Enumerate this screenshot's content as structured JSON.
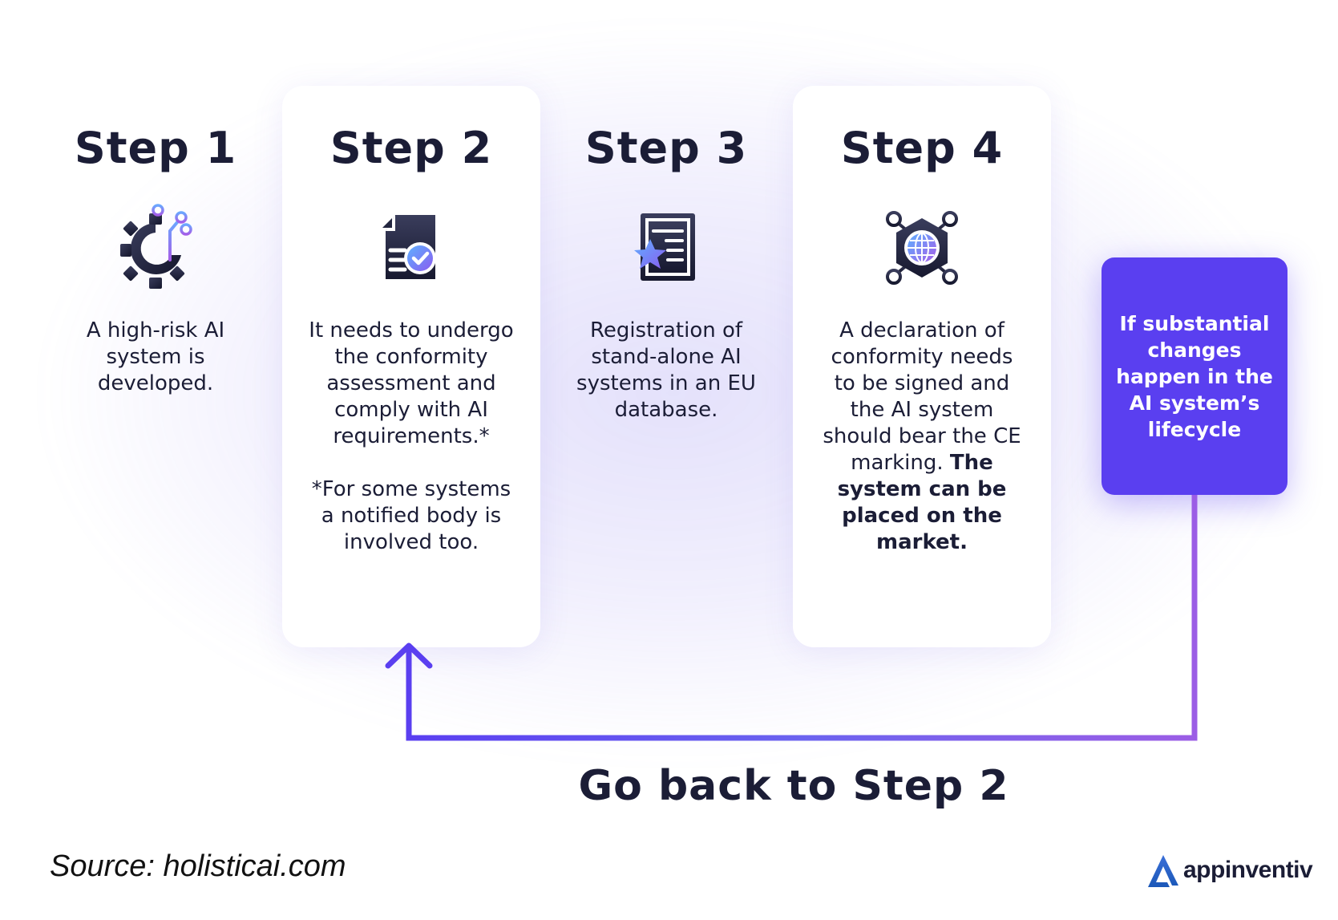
{
  "steps": [
    {
      "title": "Step 1",
      "icon": "gear-circuit-icon",
      "desc": "A high-risk AI system is developed."
    },
    {
      "title": "Step 2",
      "icon": "document-check-icon",
      "desc": "It needs to undergo the conformity assessment and comply with AI requirements.*",
      "note": "*For some systems a notified body is involved too."
    },
    {
      "title": "Step 3",
      "icon": "registry-document-star-icon",
      "desc": "Registration of stand-alone AI systems in an EU database."
    },
    {
      "title": "Step 4",
      "icon": "globe-hexagon-icon",
      "desc": "A declaration of conformity needs to be signed and the AI system should bear the CE marking.",
      "bold": "The system can be placed on the market."
    }
  ],
  "lifecycle_box": {
    "text": "If substantial changes happen in the AI system’s lifecycle"
  },
  "go_back_label": "Go back to Step 2",
  "source": "Source: holisticai.com",
  "brand": "appinventiv",
  "colors": {
    "accent": "#5a3ff0",
    "text": "#1b1d36",
    "arrow_start": "#5a3ff0",
    "arrow_end": "#9b5de5"
  }
}
